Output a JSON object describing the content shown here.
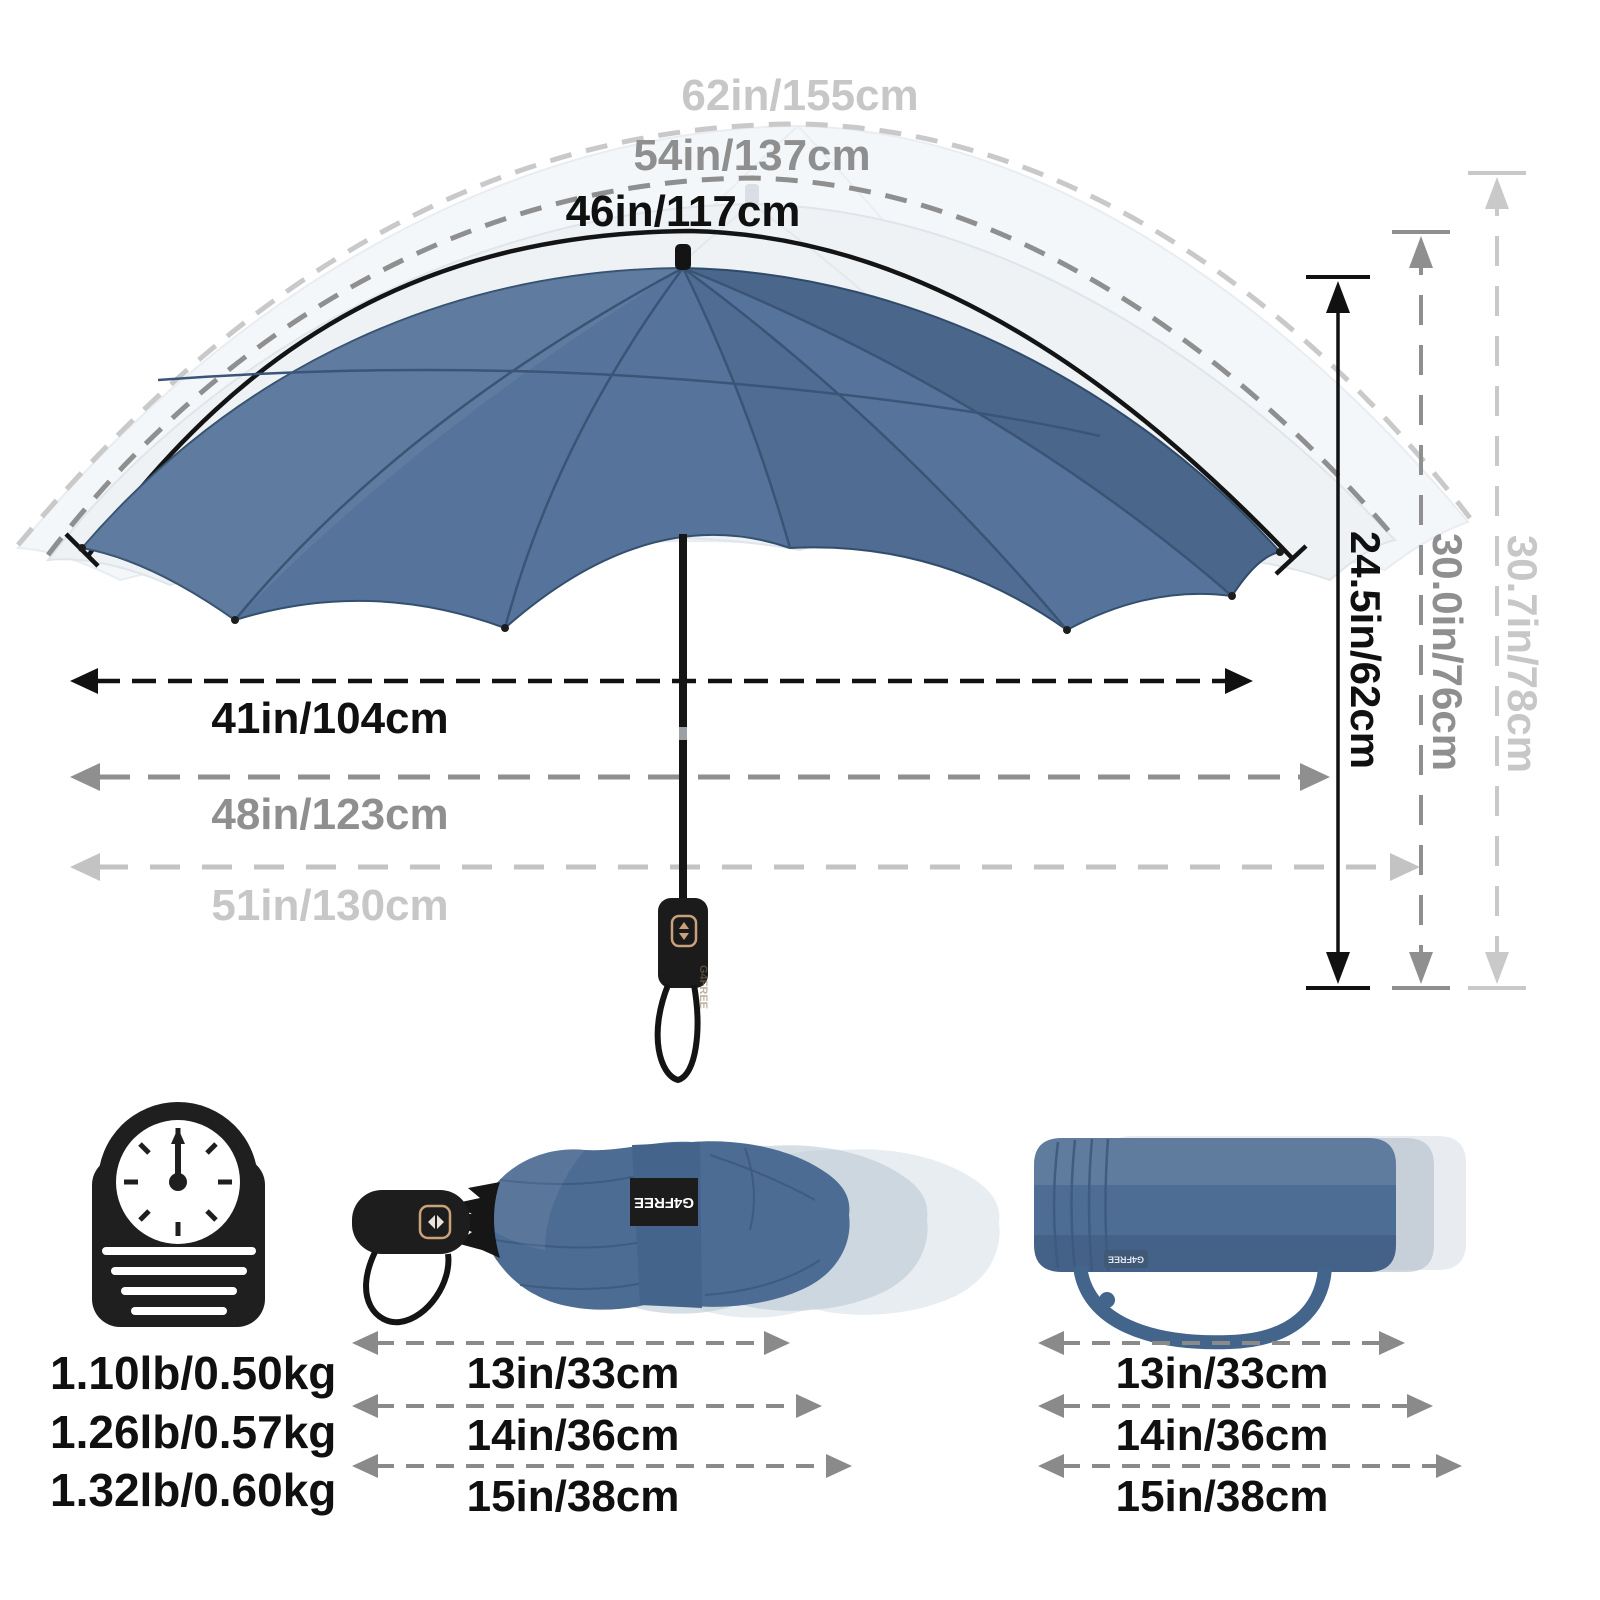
{
  "brand": "G4FREE",
  "product": "double-canopy folding golf umbrella size diagram",
  "open": {
    "arcs": [
      {
        "label": "62in/155cm",
        "color": "#c9c9c9"
      },
      {
        "label": "54in/137cm",
        "color": "#8f8f8f"
      },
      {
        "label": "46in/117cm",
        "color": "#111111"
      }
    ],
    "widths": [
      {
        "label": "41in/104cm",
        "color": "#111111"
      },
      {
        "label": "48in/123cm",
        "color": "#8f8f8f"
      },
      {
        "label": "51in/130cm",
        "color": "#c7c7c7"
      }
    ],
    "heights": [
      {
        "label": "24.5in/62cm",
        "color": "#111111"
      },
      {
        "label": "30.0in/76cm",
        "color": "#8f8f8f"
      },
      {
        "label": "30.7in/78cm",
        "color": "#c9c9c9"
      }
    ]
  },
  "weight": {
    "icon": "weight-scale-icon",
    "values": [
      "1.10lb/0.50kg",
      "1.26lb/0.57kg",
      "1.32lb/0.60kg"
    ]
  },
  "folded": {
    "lengths": [
      "13in/33cm",
      "14in/36cm",
      "15in/38cm"
    ]
  },
  "carry_case": {
    "lengths": [
      "13in/33cm",
      "14in/36cm",
      "15in/38cm"
    ]
  },
  "colors": {
    "canopy_blue": "#56749b",
    "case_blue": "#4d6d94",
    "handle_black": "#1b1b1b",
    "dim_black": "#111111",
    "dim_gray": "#8f8f8f",
    "dim_light_gray": "#c7c7c7",
    "button_gold": "#c9a27a"
  }
}
